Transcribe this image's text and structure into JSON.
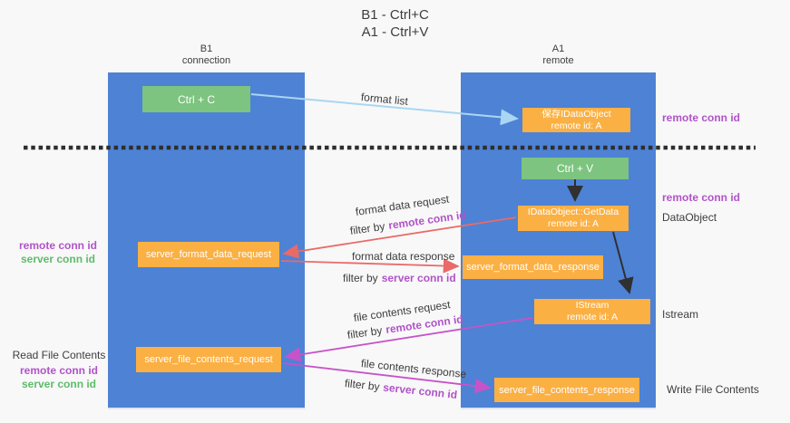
{
  "title": {
    "line1": "B1 - Ctrl+C",
    "line2": "A1 - Ctrl+V"
  },
  "lanes": {
    "left": {
      "name": "B1",
      "subtitle": "connection"
    },
    "right": {
      "name": "A1",
      "subtitle": "remote"
    }
  },
  "nodes": {
    "ctrl_c": "Ctrl + C",
    "ctrl_v": "Ctrl + V",
    "save_idataobject": {
      "line1": "保存IDataObject",
      "line2": "remote id: A"
    },
    "getdata": {
      "line1": "IDataObject::GetData",
      "line2": "remote id: A"
    },
    "istream": {
      "line1": "IStream",
      "line2": "remote id: A"
    },
    "server_format_data_request": "server_format_data_request",
    "server_format_data_response": "server_format_data_response",
    "server_file_contents_request": "server_file_contents_request",
    "server_file_contents_response": "server_file_contents_response"
  },
  "arrow_labels": {
    "format_list": "format list",
    "format_data_request": "format data request",
    "format_data_response": "format data response",
    "file_contents_request": "file contents request",
    "file_contents_response": "file contents response",
    "filter_by": "filter by",
    "remote_conn_id": "remote conn id",
    "server_conn_id": "server conn id"
  },
  "side_labels": {
    "remote_conn_id": "remote conn id",
    "server_conn_id": "server conn id",
    "dataobject": "DataObject",
    "istream": "Istream",
    "read_file_contents": "Read File Contents",
    "write_file_contents": "Write File Contents"
  },
  "colors": {
    "lane_blue": "#4e82d5",
    "node_green": "#7cc47f",
    "node_orange": "#fbb044",
    "arrow_light_blue": "#a9d6f2",
    "arrow_red": "#e96a68",
    "arrow_magenta": "#c853c8",
    "arrow_black": "#303030",
    "text_purple": "#b153c9",
    "text_green": "#5fbb6a",
    "text_dark": "#3d3d3d",
    "background": "#f8f8f8"
  }
}
